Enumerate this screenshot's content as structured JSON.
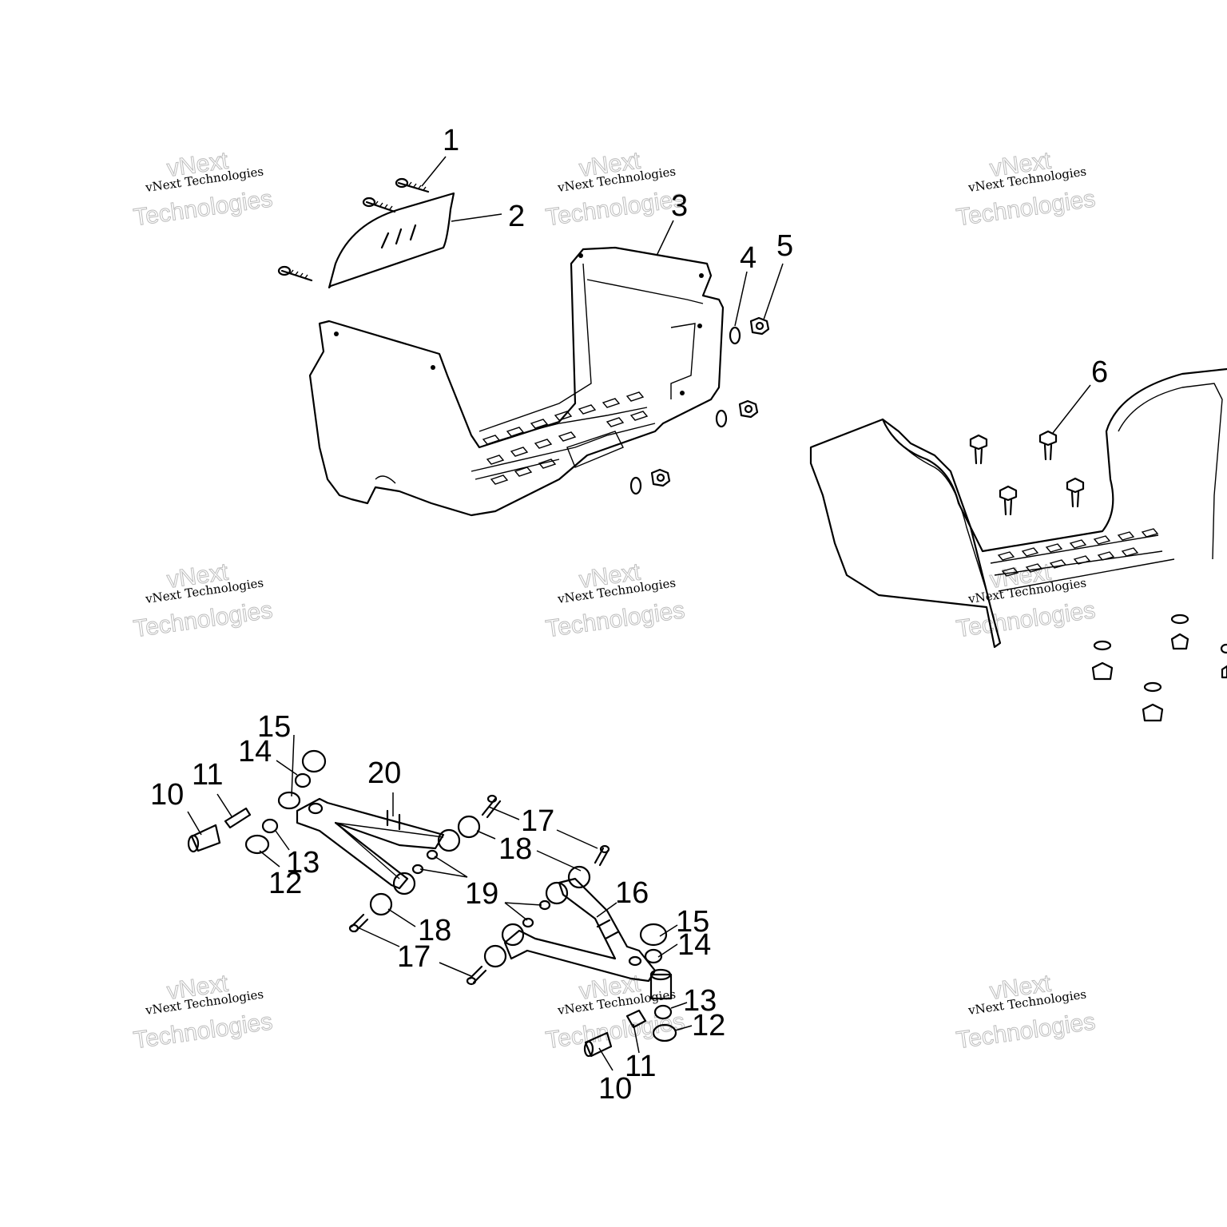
{
  "watermark": {
    "line1": "vNext Technologies",
    "line2": "Technologies",
    "line3": "vNext"
  },
  "callouts": [
    {
      "id": "c1",
      "text": "1"
    },
    {
      "id": "c2",
      "text": "2"
    },
    {
      "id": "c3",
      "text": "3"
    },
    {
      "id": "c4",
      "text": "4"
    },
    {
      "id": "c5",
      "text": "5"
    },
    {
      "id": "c6",
      "text": "6"
    },
    {
      "id": "c10a",
      "text": "10"
    },
    {
      "id": "c11a",
      "text": "11"
    },
    {
      "id": "c12a",
      "text": "12"
    },
    {
      "id": "c13a",
      "text": "13"
    },
    {
      "id": "c14a",
      "text": "14"
    },
    {
      "id": "c15a",
      "text": "15"
    },
    {
      "id": "c16",
      "text": "16"
    },
    {
      "id": "c17a",
      "text": "17"
    },
    {
      "id": "c17b",
      "text": "17"
    },
    {
      "id": "c18a",
      "text": "18"
    },
    {
      "id": "c18b",
      "text": "18"
    },
    {
      "id": "c19",
      "text": "19"
    },
    {
      "id": "c20",
      "text": "20"
    },
    {
      "id": "c10b",
      "text": "10"
    },
    {
      "id": "c11b",
      "text": "11"
    },
    {
      "id": "c12b",
      "text": "12"
    },
    {
      "id": "c13b",
      "text": "13"
    },
    {
      "id": "c14b",
      "text": "14"
    },
    {
      "id": "c15b",
      "text": "15"
    }
  ]
}
